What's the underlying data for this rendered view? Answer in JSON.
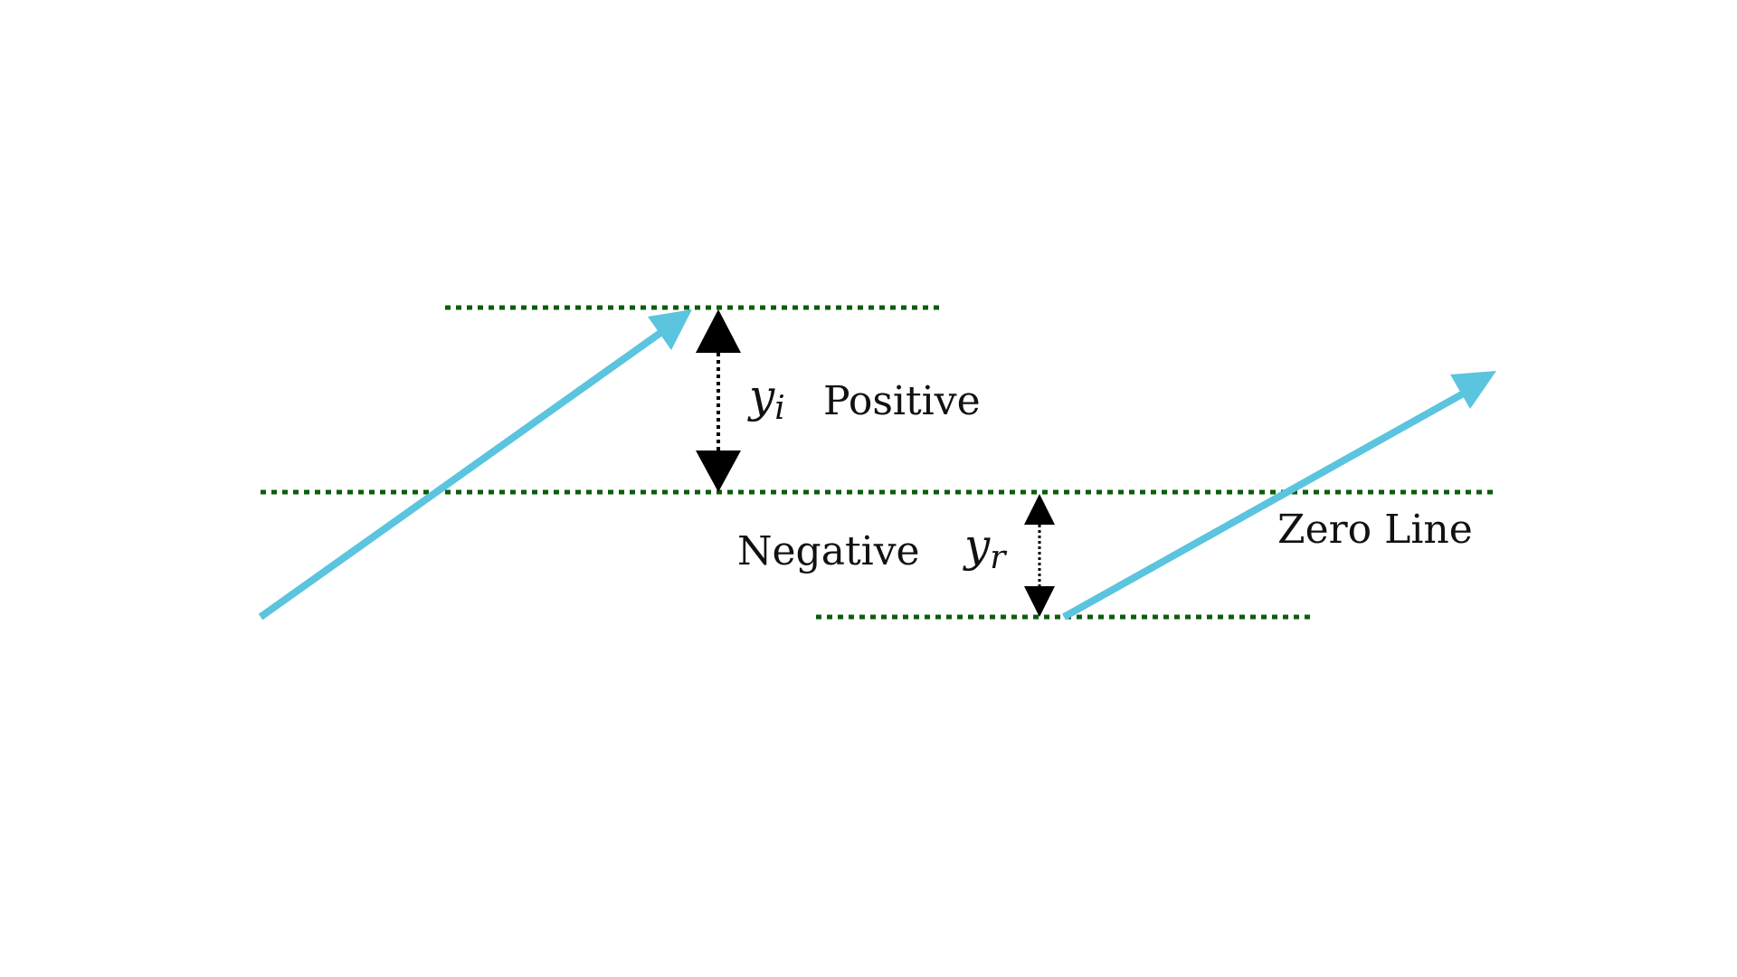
{
  "labels": {
    "positive": "Positive",
    "negative": "Negative",
    "zero_line": "Zero Line"
  },
  "symbols": {
    "yi_base": "y",
    "yi_sub": "i",
    "yr_base": "y",
    "yr_sub": "r"
  },
  "colors": {
    "reference_line": "#0b5d0b",
    "vector": "#5bc4df",
    "dimension_arrow": "#000000",
    "text": "#111111",
    "background": "#ffffff"
  }
}
